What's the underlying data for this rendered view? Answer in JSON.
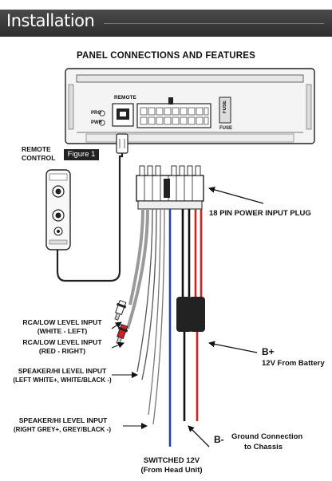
{
  "header": {
    "title": "Installation"
  },
  "heading": "PANEL CONNECTIONS AND FEATURES",
  "panel": {
    "remote_label": "REMOTE",
    "pro_label": "PRO",
    "pwr_label": "PWR",
    "fuse_label": "FUSE",
    "fuse_caption": "FUSE"
  },
  "labels": {
    "remote_control_line1": "REMOTE",
    "remote_control_line2": "CONTROL",
    "figure": "Figure 1",
    "power_plug": "18 PIN POWER INPUT PLUG",
    "rca_left_line1": "RCA/LOW LEVEL INPUT",
    "rca_left_line2": "(WHITE - LEFT)",
    "rca_right_line1": "RCA/LOW LEVEL INPUT",
    "rca_right_line2": "(RED - RIGHT)",
    "spk_left_line1": "SPEAKER/HI LEVEL INPUT",
    "spk_left_line2": "(LEFT  WHITE+, WHITE/BLACK -)",
    "spk_right_line1": "SPEAKER/HI LEVEL INPUT",
    "spk_right_line2": "(RIGHT  GREY+, GREY/BLACK -)",
    "b_plus": "B+",
    "b_plus_desc": "12V From Battery",
    "b_minus": "B-",
    "ground_line1": "Ground Connection",
    "ground_line2": "to Chassis",
    "switched_line1": "SWITCHED 12V",
    "switched_line2": "(From Head Unit)"
  },
  "colors": {
    "banner": "#3a3a3a",
    "wire_red": "#d42020",
    "wire_blue": "#2a3fa8",
    "wire_black": "#111111",
    "wire_grey": "#9a9a9a"
  }
}
